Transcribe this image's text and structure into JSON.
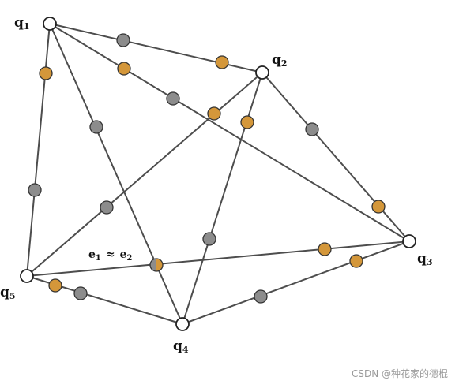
{
  "vertices": [
    {
      "id": "q1",
      "label": "q",
      "sub": "1"
    },
    {
      "id": "q2",
      "label": "q",
      "sub": "2"
    },
    {
      "id": "q3",
      "label": "q",
      "sub": "3"
    },
    {
      "id": "q4",
      "label": "q",
      "sub": "4"
    },
    {
      "id": "q5",
      "label": "q",
      "sub": "5"
    }
  ],
  "annotation": {
    "e1": "e",
    "e1_sub": "1",
    "approx": "≈",
    "e2": "e",
    "e2_sub": "2"
  },
  "colors": {
    "edge": "#4d4d4d",
    "gray_point": "#8c8c8c",
    "orange_point": "#d4973a",
    "vertex_fill": "#ffffff"
  },
  "watermark": "CSDN @种花家的德棍"
}
